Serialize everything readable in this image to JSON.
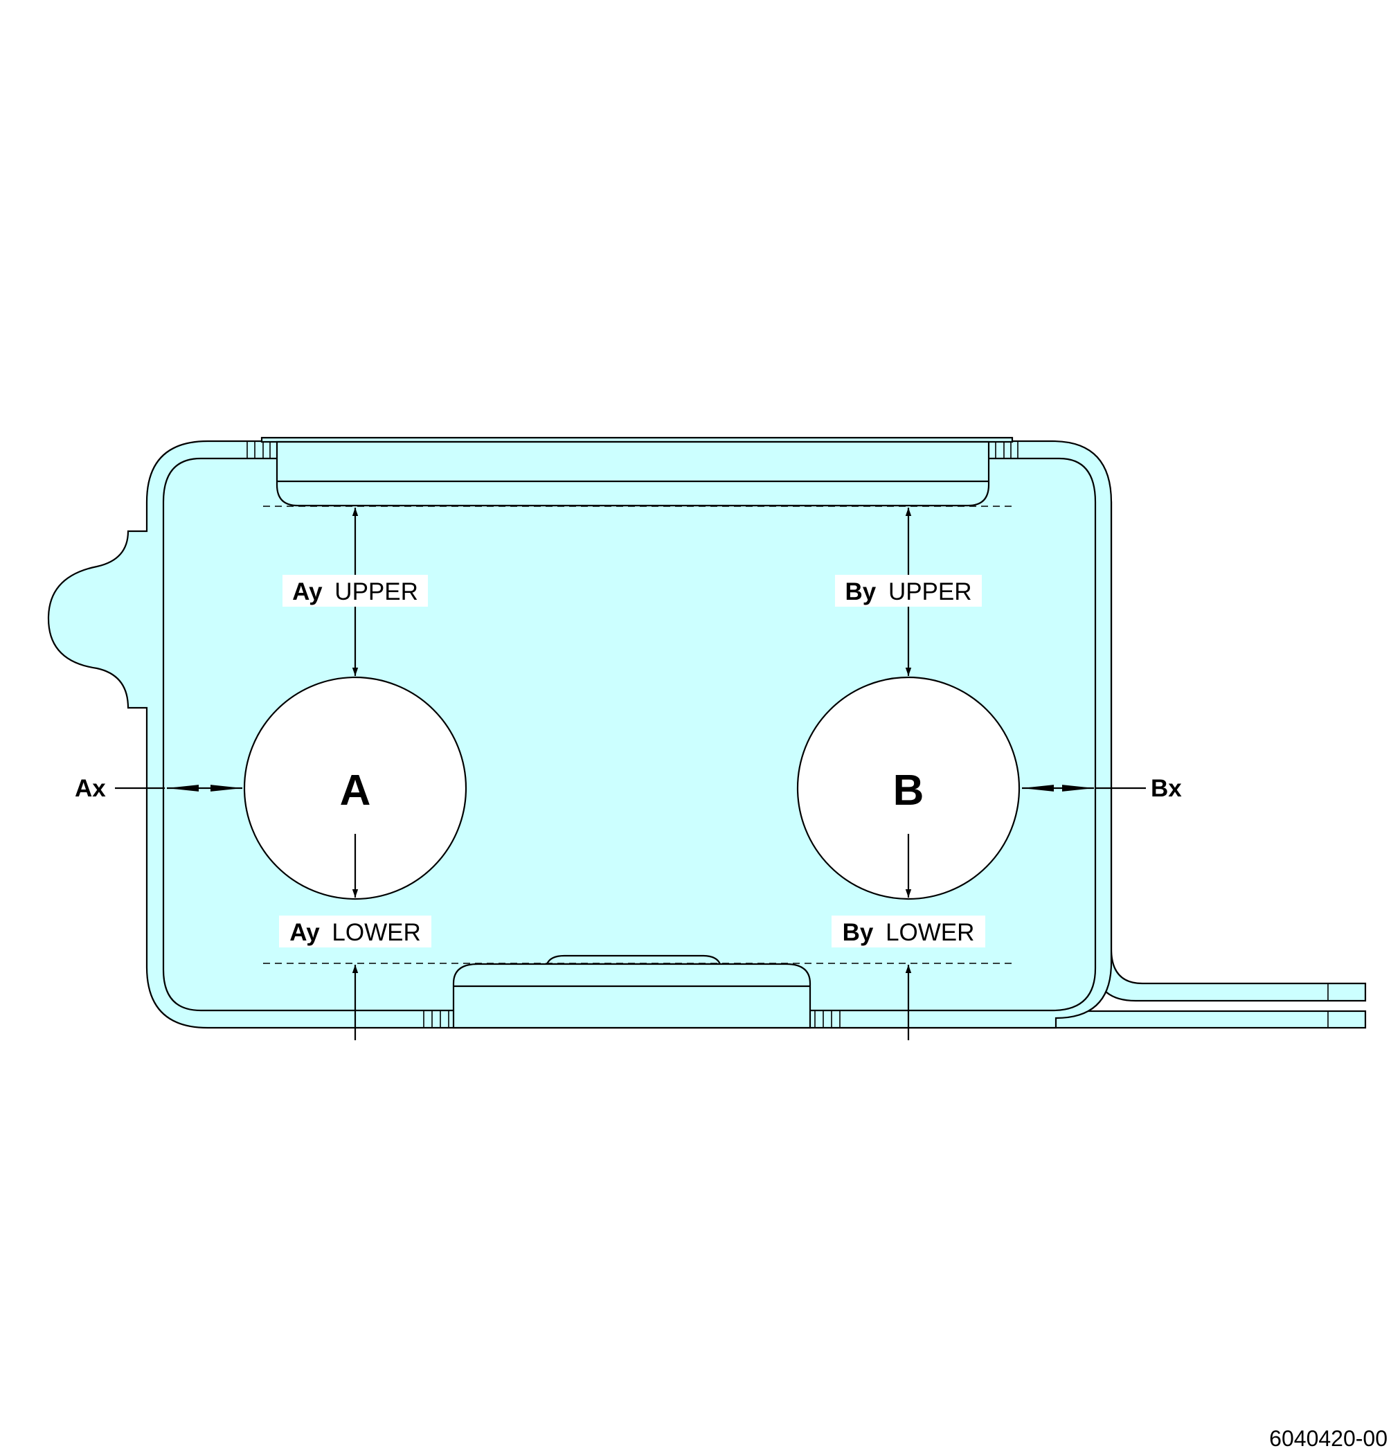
{
  "labels": {
    "hole_a": "A",
    "hole_b": "B",
    "ax": "Ax",
    "bx": "Bx",
    "ay_upper_axis": "Ay",
    "ay_upper_word": "UPPER",
    "by_upper_axis": "By",
    "by_upper_word": "UPPER",
    "ay_lower_axis": "Ay",
    "ay_lower_word": "LOWER",
    "by_lower_axis": "By",
    "by_lower_word": "LOWER"
  },
  "document_number": "6040420-00",
  "colors": {
    "part_fill": "#ccffff",
    "line": "#000000",
    "background": "#ffffff"
  }
}
